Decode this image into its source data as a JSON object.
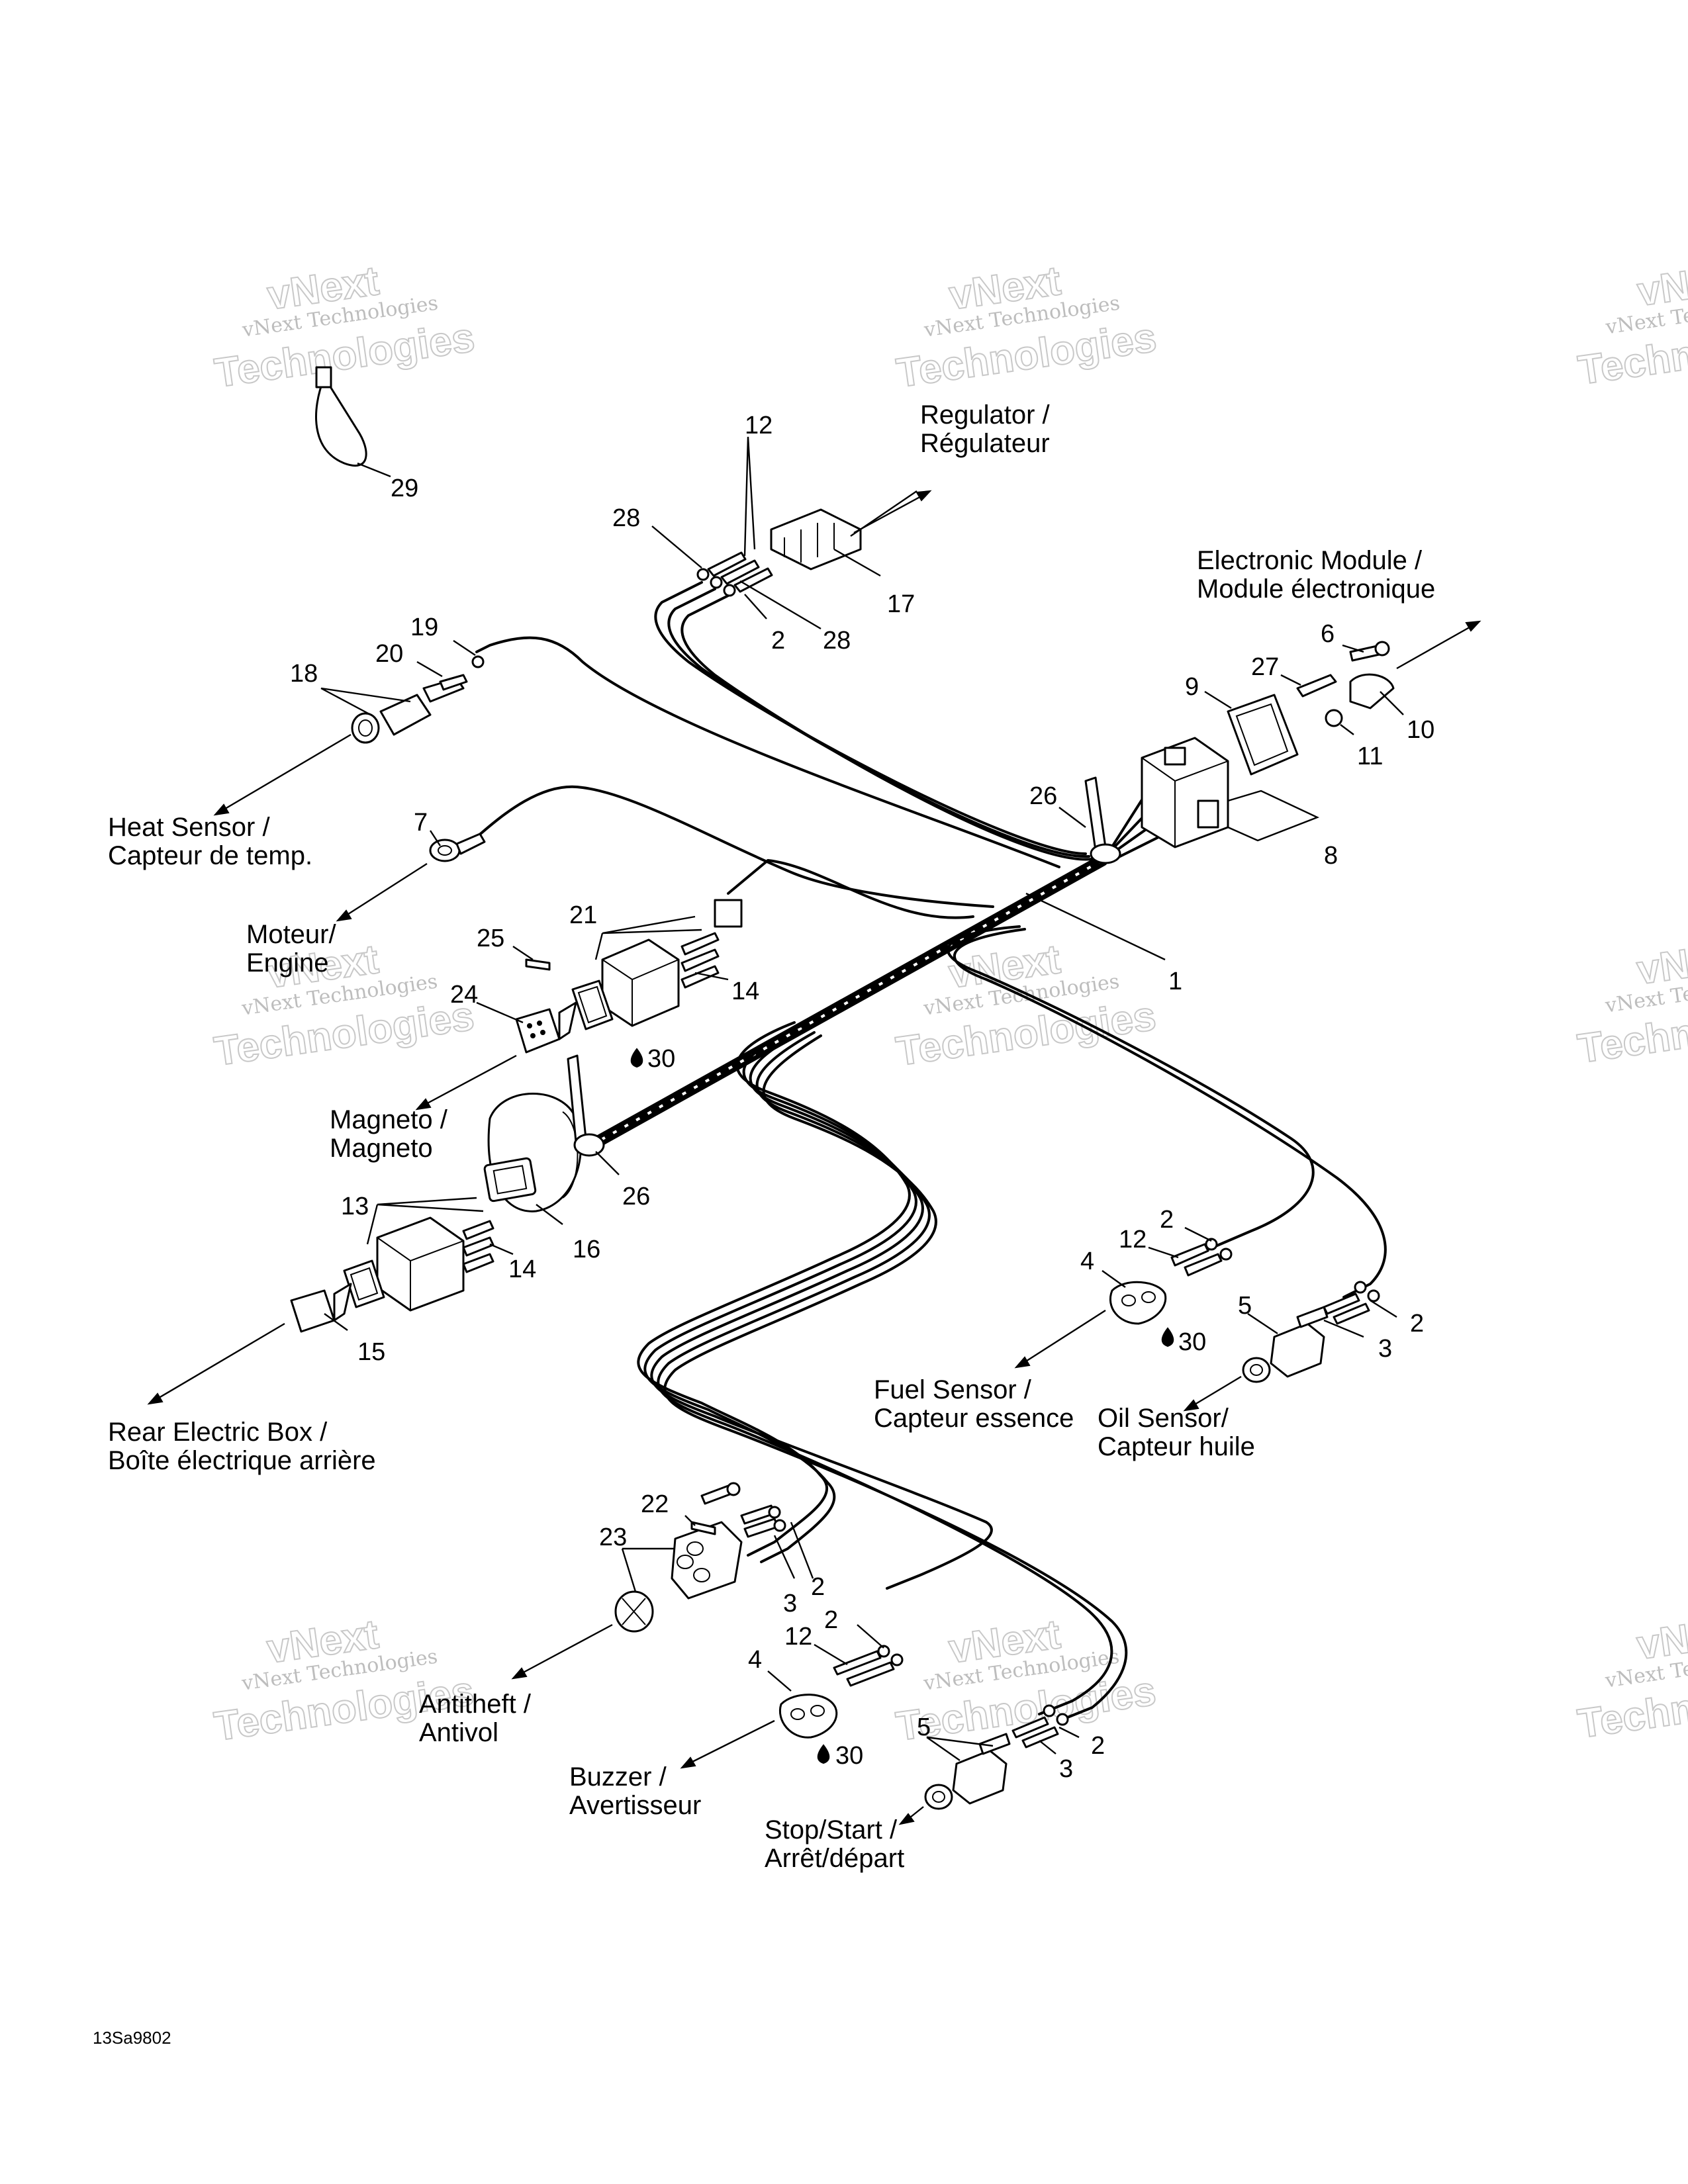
{
  "watermark": {
    "line1": "vNext",
    "line2": "vNext Technologies",
    "line3": "Technologies"
  },
  "labels": {
    "regulator": [
      "Regulator /",
      "Régulateur"
    ],
    "electronic_module": [
      "Electronic Module /",
      "Module électronique"
    ],
    "heat_sensor": [
      "Heat Sensor /",
      "Capteur de temp."
    ],
    "engine": [
      "Moteur/",
      "Engine"
    ],
    "magneto": [
      "Magneto /",
      "Magneto"
    ],
    "rear_electric_box": [
      "Rear Electric Box /",
      "Boîte électrique arrière"
    ],
    "fuel_sensor": [
      "Fuel Sensor /",
      "Capteur essence"
    ],
    "oil_sensor": [
      "Oil Sensor/",
      "Capteur huile"
    ],
    "antitheft": [
      "Antitheft /",
      "Antivol"
    ],
    "buzzer": [
      "Buzzer /",
      "Avertisseur"
    ],
    "stop_start": [
      "Stop/Start /",
      "Arrêt/départ"
    ]
  },
  "callouts": {
    "c29": "29",
    "c12a": "12",
    "c28a": "28",
    "c2a": "2",
    "c28b": "28",
    "c17": "17",
    "c19": "19",
    "c20": "20",
    "c18": "18",
    "c6": "6",
    "c27": "27",
    "c9": "9",
    "c10": "10",
    "c11": "11",
    "c26a": "26",
    "c8": "8",
    "c7": "7",
    "c1": "1",
    "c21": "21",
    "c25": "25",
    "c14a": "14",
    "c24": "24",
    "c30a": "30",
    "c13": "13",
    "c26b": "26",
    "c16": "16",
    "c14b": "14",
    "c15": "15",
    "c2b": "2",
    "c12b": "12",
    "c4a": "4",
    "c30b": "30",
    "c5a": "5",
    "c2c": "2",
    "c3a": "3",
    "c22": "22",
    "c23": "23",
    "c3b": "3",
    "c2d": "2",
    "c2e": "2",
    "c12c": "12",
    "c4b": "4",
    "c30c": "30",
    "c5b": "5",
    "c2f": "2",
    "c3c": "3"
  },
  "drawing_code": "13Sa9802"
}
